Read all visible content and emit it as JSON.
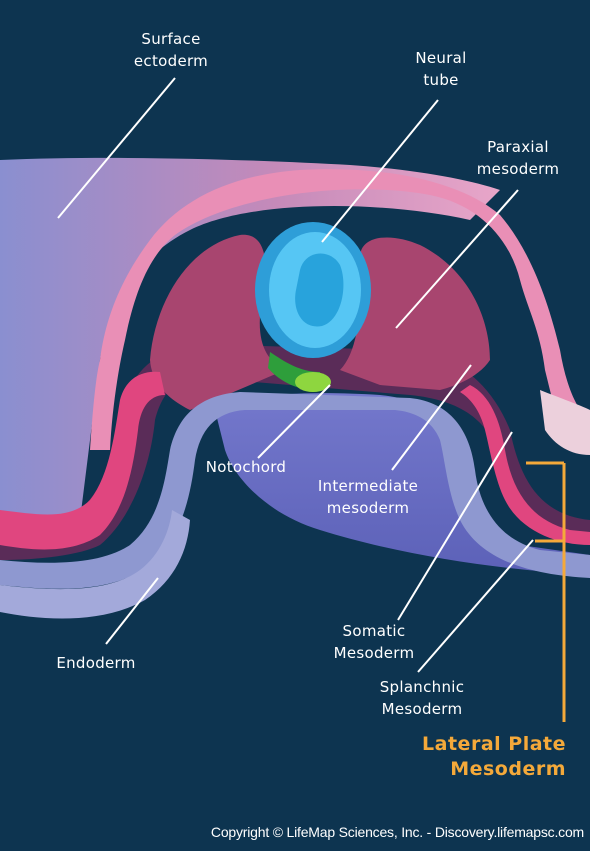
{
  "labels": {
    "surface_ectoderm": [
      "Surface",
      "ectoderm"
    ],
    "neural_tube": [
      "Neural",
      "tube"
    ],
    "paraxial_mesoderm": [
      "Paraxial",
      "mesoderm"
    ],
    "notochord": [
      "Notochord"
    ],
    "intermediate_mesoderm": [
      "Intermediate",
      "mesoderm"
    ],
    "somatic_mesoderm": [
      "Somatic",
      "Mesoderm"
    ],
    "splanchnic_mesoderm": [
      "Splanchnic",
      "Mesoderm"
    ],
    "endoderm": [
      "Endoderm"
    ],
    "lateral_plate_mesoderm": [
      "Lateral Plate",
      "Mesoderm"
    ]
  },
  "copyright": "Copyright © LifeMap Sciences, Inc. - Discovery.lifemapsc.com",
  "colors": {
    "background": "#0d3450",
    "ectoderm": "#e98fb6",
    "mesoderm": "#a8456f",
    "somatic_layer": "#e0467f",
    "endoderm": "#8e98d0",
    "yolk": "#6c6fc4",
    "neural_tube": "#3dbdf0",
    "notochord": "#8ed63f",
    "lateral_plate": "#f4a93a"
  }
}
